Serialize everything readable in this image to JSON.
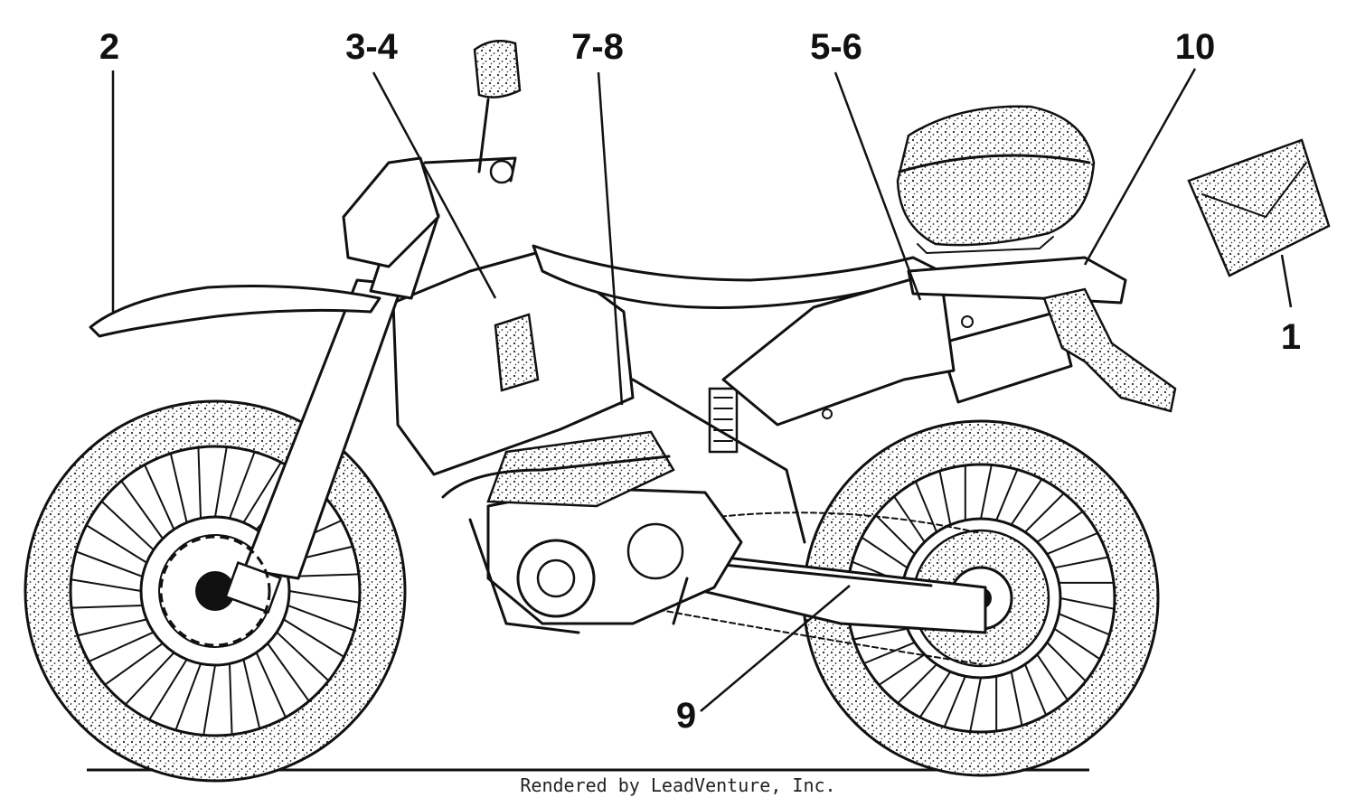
{
  "diagram": {
    "callouts": {
      "c1": "1",
      "c2": "2",
      "c3_4": "3-4",
      "c5_6": "5-6",
      "c7_8": "7-8",
      "c9": "9",
      "c10": "10"
    },
    "footer_text": "Rendered by LeadVenture, Inc."
  }
}
